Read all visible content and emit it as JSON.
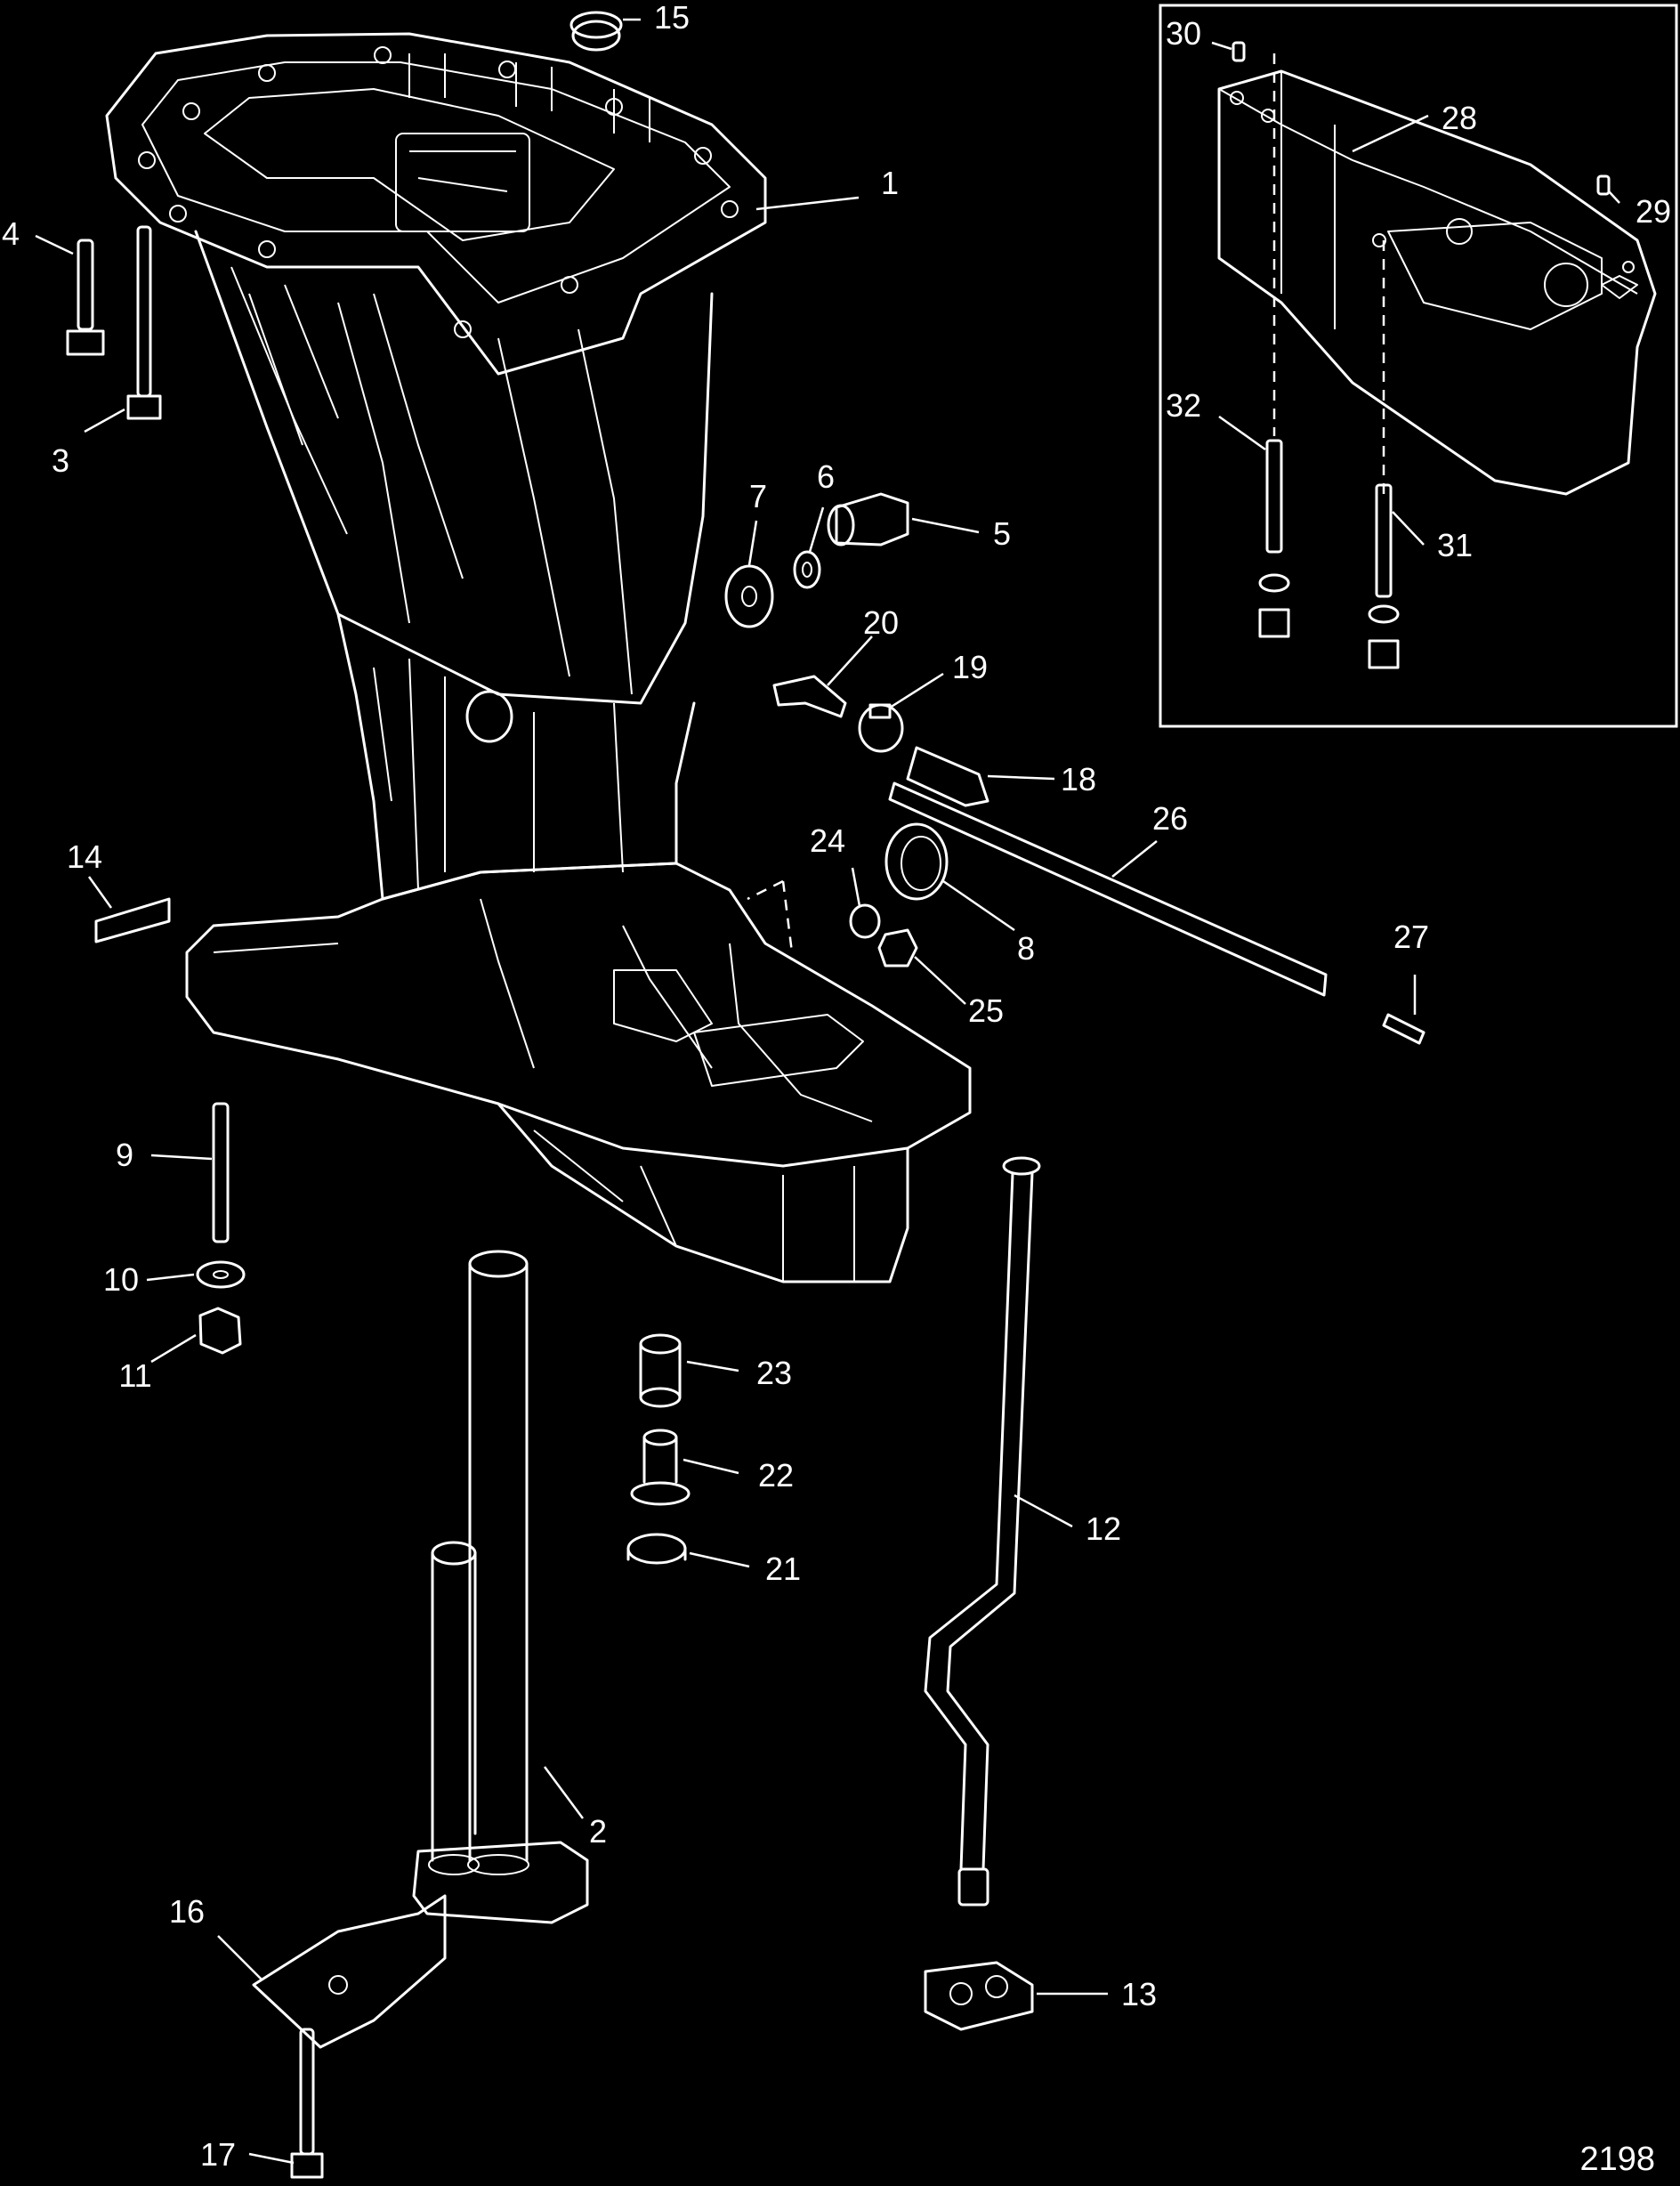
{
  "figure_number": "2198",
  "callouts": [
    {
      "n": "1"
    },
    {
      "n": "2"
    },
    {
      "n": "3"
    },
    {
      "n": "4"
    },
    {
      "n": "5"
    },
    {
      "n": "6"
    },
    {
      "n": "7"
    },
    {
      "n": "8"
    },
    {
      "n": "9"
    },
    {
      "n": "10"
    },
    {
      "n": "11"
    },
    {
      "n": "12"
    },
    {
      "n": "13"
    },
    {
      "n": "14"
    },
    {
      "n": "15"
    },
    {
      "n": "16"
    },
    {
      "n": "17"
    },
    {
      "n": "18"
    },
    {
      "n": "19"
    },
    {
      "n": "20"
    },
    {
      "n": "21"
    },
    {
      "n": "22"
    },
    {
      "n": "23"
    },
    {
      "n": "24"
    },
    {
      "n": "25"
    },
    {
      "n": "26"
    },
    {
      "n": "27"
    },
    {
      "n": "28"
    },
    {
      "n": "29"
    },
    {
      "n": "30"
    },
    {
      "n": "31"
    },
    {
      "n": "32"
    }
  ]
}
